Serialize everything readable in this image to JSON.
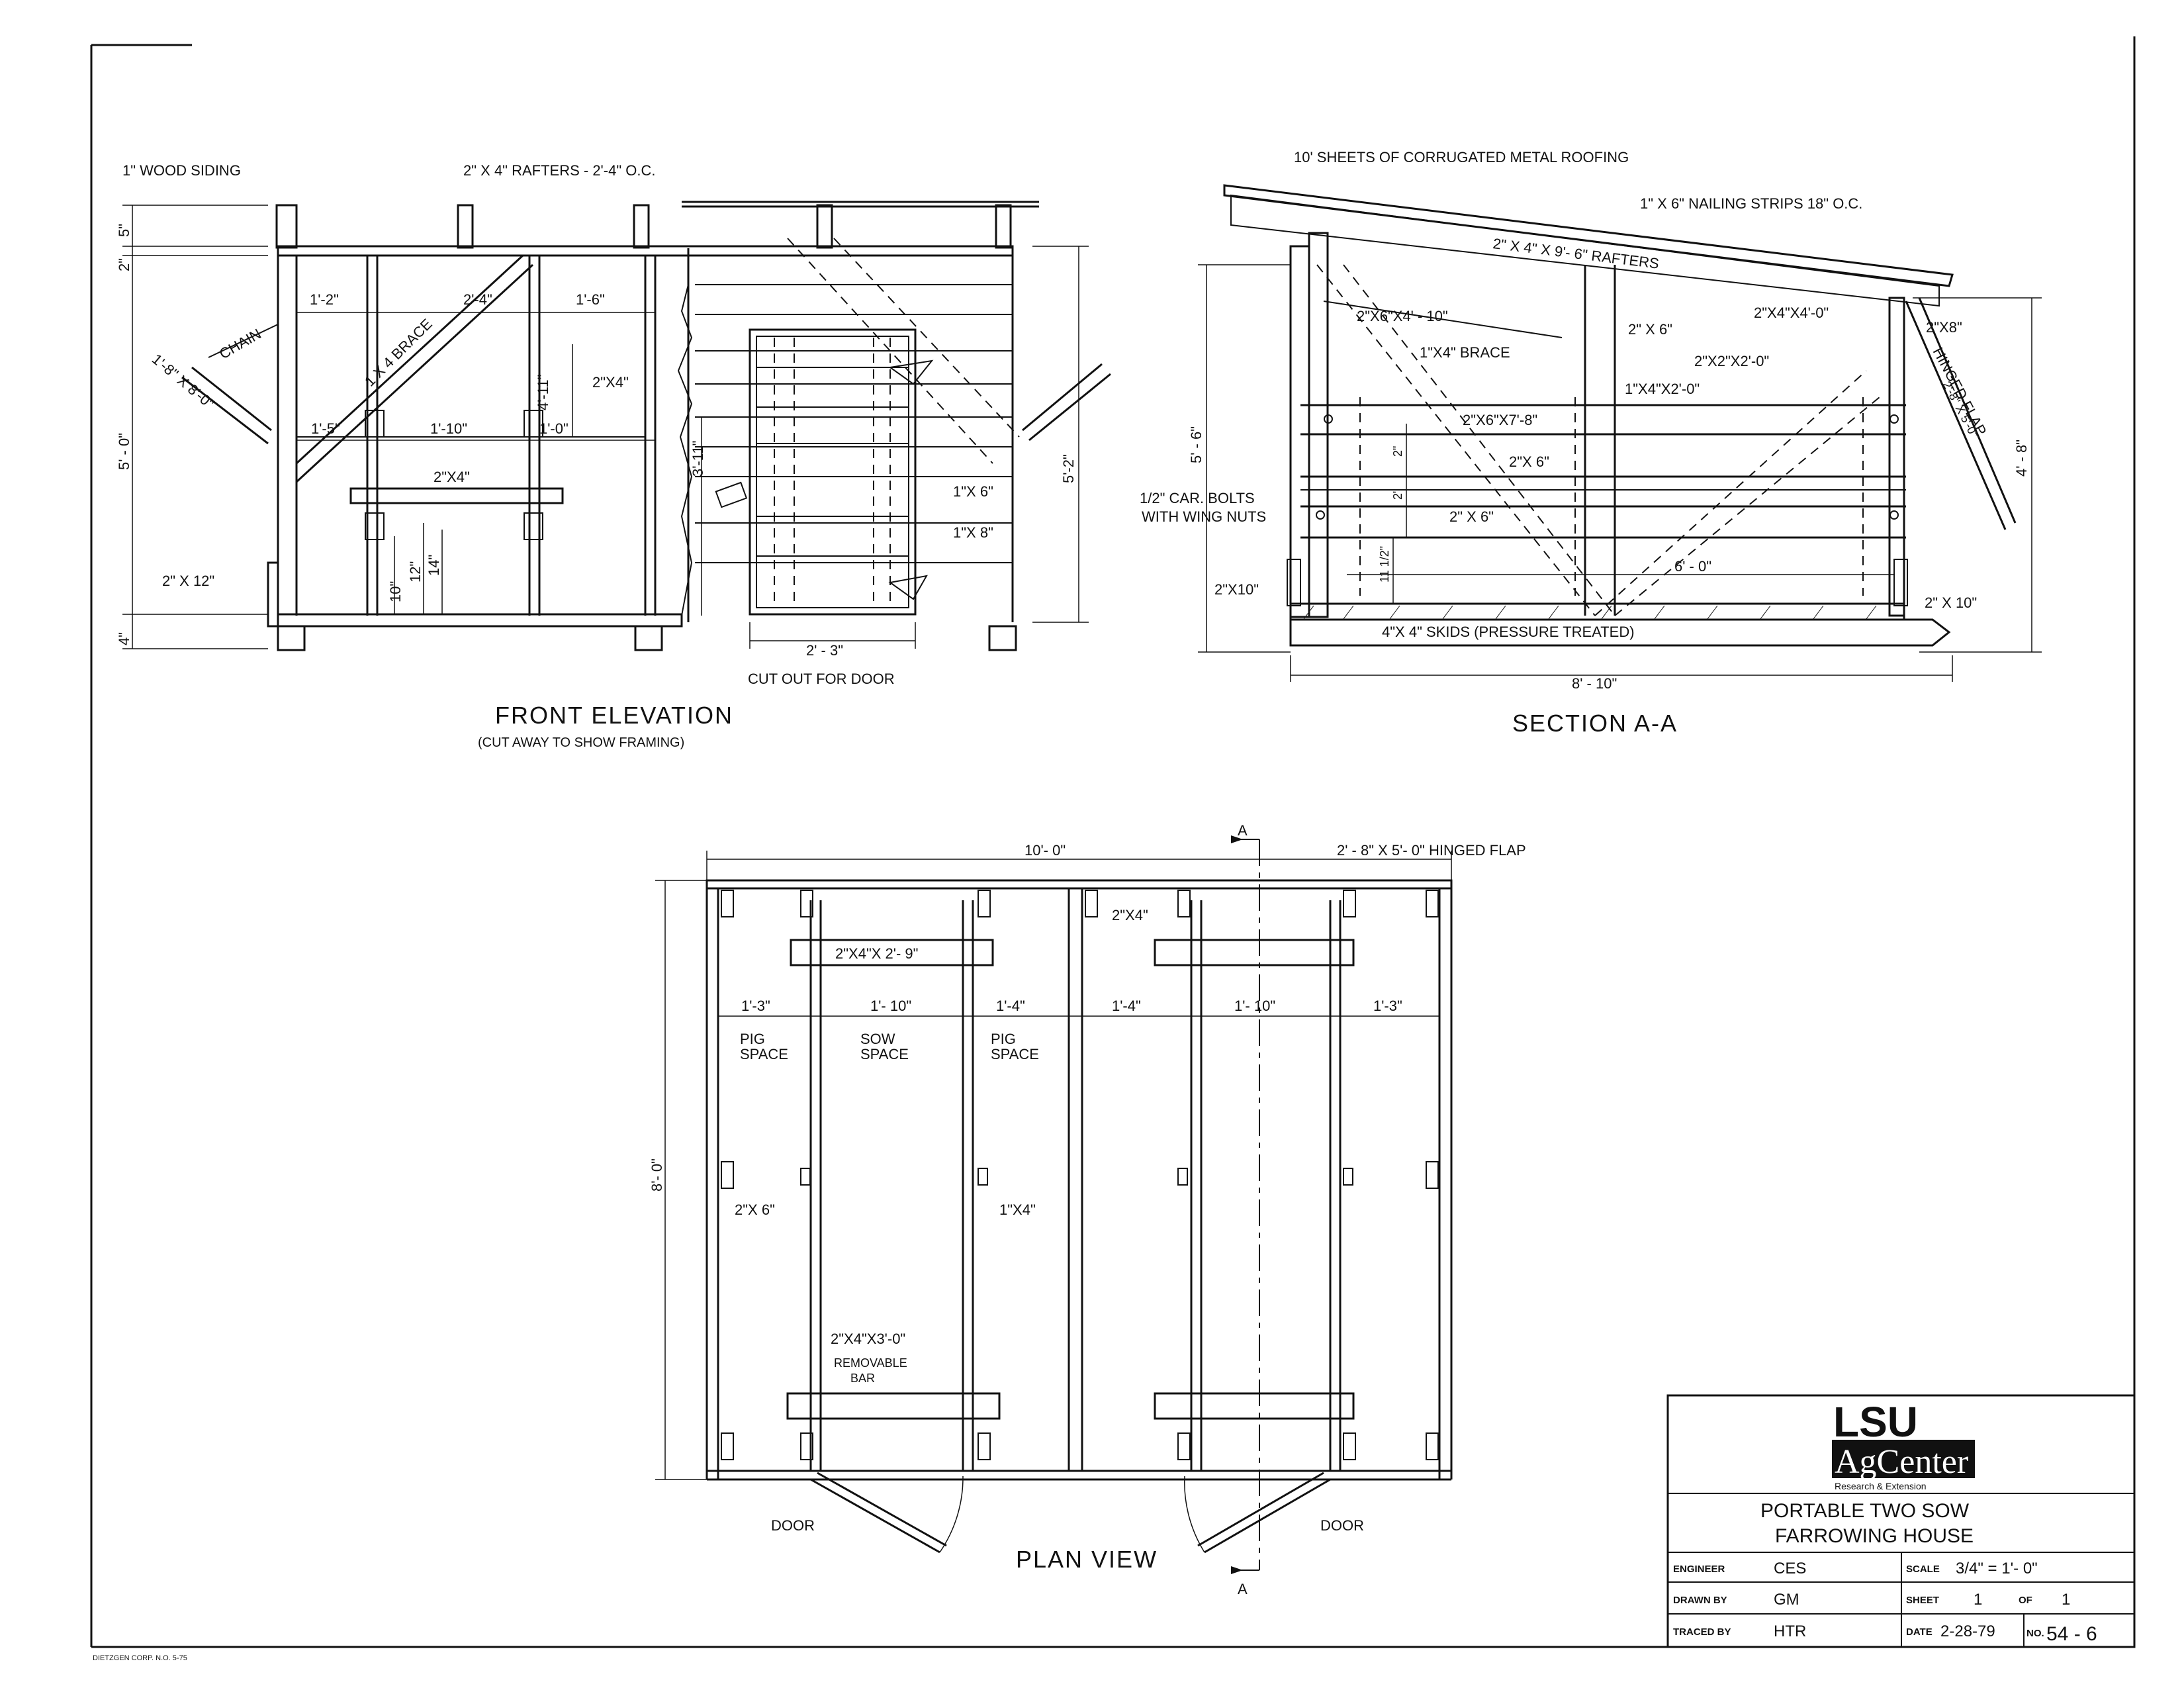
{
  "front_elevation": {
    "title": "FRONT ELEVATION",
    "subtitle": "(CUT AWAY TO SHOW FRAMING)",
    "labels": {
      "wood_siding": "1\" WOOD SIDING",
      "rafters": "2\" X 4\" RAFTERS - 2'-4\" O.C.",
      "chain": "CHAIN",
      "flap": "1'-8\" X 8'-0\"",
      "brace": "1 X 4 BRACE",
      "d_1_2": "1'-2\"",
      "d_2_4": "2'-4\"",
      "d_1_6": "1'-6\"",
      "d_4_11": "4'-11\"",
      "s_2x4_right": "2\"X4\"",
      "d_1_5": "1'-5\"",
      "d_1_10": "1'-10\"",
      "d_1_0": "1'-0\"",
      "s_2x4_mid": "2\"X4\"",
      "d_3_11": "3'-11\"",
      "b_1x6": "1\"X 6\"",
      "b_1x8": "1\"X 8\"",
      "d_5_2": "5'-2\"",
      "d_5_0": "5' - 0\"",
      "d_5in": "5\"",
      "d_2in": "2\"",
      "d_4in": "4\"",
      "s_2x12": "2\" X 12\"",
      "d_10": "10\"",
      "d_12": "12\"",
      "d_14": "14\"",
      "d_2_3": "2' - 3\"",
      "door_cutout": "CUT OUT FOR DOOR"
    }
  },
  "section_aa": {
    "title": "SECTION A-A",
    "labels": {
      "roofing": "10' SHEETS OF CORRUGATED METAL ROOFING",
      "nailing": "1\" X 6\" NAILING STRIPS 18\" O.C.",
      "rafters": "2\" X 4\" X 9'- 6\" RAFTERS",
      "s_2x6_4_10": "2\"X6\"X4' - 10\"",
      "brace": "1\"X4\" BRACE",
      "s_2x6": "2\" X 6\"",
      "s_2x4x4_0": "2\"X4\"X4'-0\"",
      "s_2x8": "2\"X8\"",
      "s_2x2x2_0": "2\"X2\"X2'-0\"",
      "s_1x4x2_0": "1\"X4\"X2'-0\"",
      "hinged_flap": "HINGED FLAP",
      "flap_size": "2'-8\" X 5'-0\"",
      "s_2x6x7_8": "2\"X6\"X7'-8\"",
      "s_2x6_b": "2\"X 6\"",
      "s_2x6_c": "2\" X 6\"",
      "bolts1": "1/2\" CAR. BOLTS",
      "bolts2": "WITH WING NUTS",
      "d_5_6": "5' - 6\"",
      "d_4_8": "4' - 8\"",
      "d_6_0": "6' - 0\"",
      "d_2": "2\"",
      "d_2b": "2\"",
      "d_11_5": "11 1/2\"",
      "s_2x10_l": "2\"X10\"",
      "s_2x10_r": "2\" X 10\"",
      "skids": "4\"X 4\" SKIDS (PRESSURE TREATED)",
      "d_8_10": "8' - 10\""
    }
  },
  "plan_view": {
    "title": "PLAN VIEW",
    "labels": {
      "section_mark": "A",
      "d_10_0": "10'- 0\"",
      "flap": "2' - 8\" X 5'- 0\" HINGED FLAP",
      "s_2x4_a": "2\"X4\"",
      "s_2x4x2_9": "2\"X4\"X 2'- 9\"",
      "d_1_3a": "1'-3\"",
      "d_1_10a": "1'- 10\"",
      "d_1_4a": "1'-4\"",
      "d_1_4b": "1'-4\"",
      "d_1_10b": "1'- 10\"",
      "d_1_3b": "1'-3\"",
      "pig1a": "PIG",
      "pig1b": "SPACE",
      "sow_a": "SOW",
      "sow_b": "SPACE",
      "pig2a": "PIG",
      "pig2b": "SPACE",
      "d_8_0": "8'- 0\"",
      "s_2x6": "2\"X 6\"",
      "s_1x4": "1\"X4\"",
      "s_2x4x3_0": "2\"X4\"X3'-0\"",
      "removable1": "REMOVABLE",
      "removable2": "BAR",
      "door_l": "DOOR",
      "door_r": "DOOR"
    }
  },
  "title_block": {
    "logo_top": "LSU",
    "logo_mid": "AgCenter",
    "logo_sub": "Research & Extension",
    "title_line1": "PORTABLE  TWO  SOW",
    "title_line2": "FARROWING  HOUSE",
    "engineer_label": "ENGINEER",
    "engineer": "CES",
    "scale_label": "SCALE",
    "scale": "3/4\" = 1'- 0\"",
    "drawn_label": "DRAWN BY",
    "drawn": "GM",
    "sheet_label": "SHEET",
    "sheet": "1",
    "of_label": "OF",
    "of": "1",
    "traced_label": "TRACED BY",
    "traced": "HTR",
    "date_label": "DATE",
    "date": "2-28-79",
    "no_label": "NO.",
    "no": "54 - 6"
  },
  "footer": "DIETZGEN CORP. N.O. 5-75"
}
